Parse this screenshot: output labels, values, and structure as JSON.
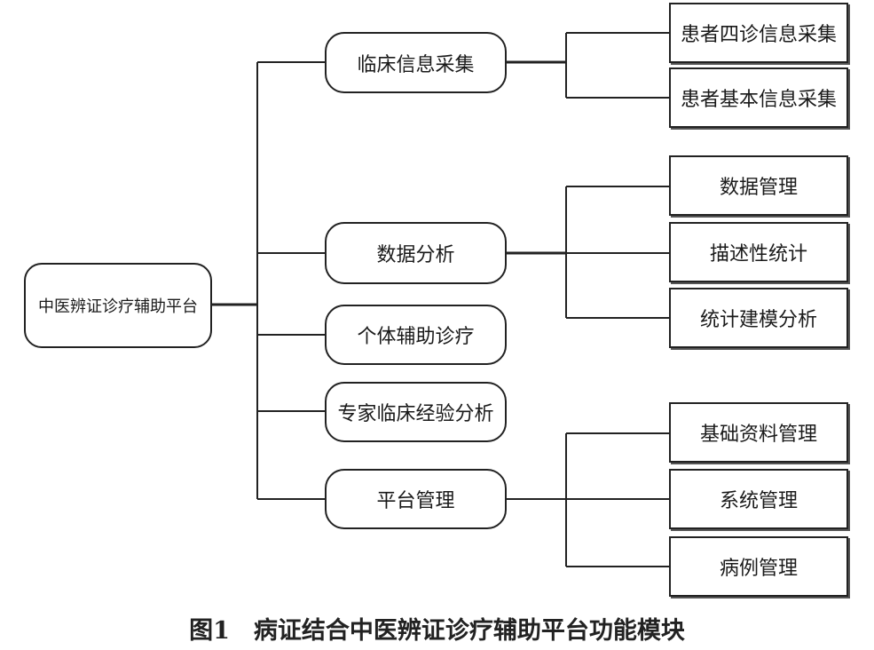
{
  "root": {
    "label": "中医辨证诊疗辅助平台"
  },
  "modules": [
    {
      "label": "临床信息采集",
      "children": [
        "患者四诊信息采集",
        "患者基本信息采集"
      ]
    },
    {
      "label": "数据分析",
      "children": [
        "数据管理",
        "描述性统计",
        "统计建模分析"
      ]
    },
    {
      "label": "个体辅助诊疗",
      "children": []
    },
    {
      "label": "专家临床经验分析",
      "children": []
    },
    {
      "label": "平台管理",
      "children": [
        "基础资料管理",
        "系统管理",
        "病例管理"
      ]
    }
  ],
  "caption": "图1　病证结合中医辨证诊疗辅助平台功能模块"
}
